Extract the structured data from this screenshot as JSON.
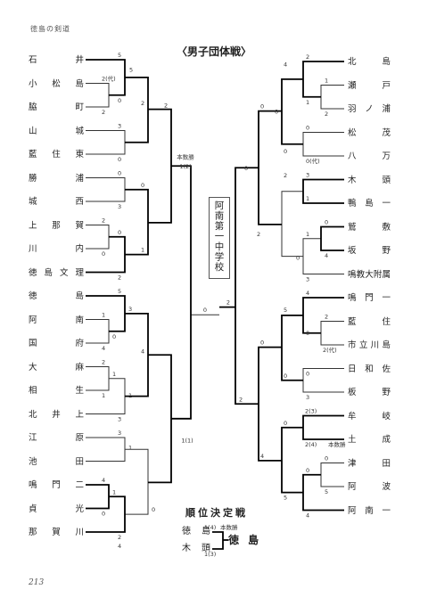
{
  "header": {
    "section": "徳島の剣道",
    "title": "〈男子団体戦〉",
    "page_number": "213"
  },
  "left_teams": [
    "石井",
    "小松島",
    "脇町",
    "山城",
    "藍住東",
    "勝浦",
    "城西",
    "上那賀",
    "川内",
    "徳島文理",
    "徳島",
    "阿南",
    "国府",
    "大麻",
    "相生",
    "北井上",
    "江原",
    "池田",
    "鳴門二",
    "貞光",
    "那賀川"
  ],
  "right_teams": [
    "北島",
    "瀬戸",
    "羽ノ浦",
    "松茂",
    "八万",
    "木頭",
    "鴨島一",
    "鷲敷",
    "坂野",
    "鳴教大附属",
    "鳴門一",
    "藍住",
    "市立川島",
    "日和佐",
    "板野",
    "牟岐",
    "土成",
    "津田",
    "阿波",
    "阿南一"
  ],
  "champion_label": "阿南第一中学校",
  "score_labels": {
    "l_r1_a": "5",
    "l_r1_b": "2(代)",
    "l_r1_c": "2",
    "l_r2_a": "5",
    "l_r2_b": "0",
    "l_r1_d": "3",
    "l_r1_e": "0",
    "l_r2_c": "2",
    "l_r1_f": "0",
    "l_r1_g": "3",
    "l_r1_h": "2",
    "l_r1_i": "0",
    "l_r2_d": "0",
    "l_r2_e": "2",
    "l_r3_a": "0",
    "l_r3_b": "1",
    "l_r3_c": "2",
    "l_semi_top": "本数勝",
    "l_semi_top2": "1(2)",
    "l_r1_j": "5",
    "l_r1_k": "1",
    "l_r1_l": "4",
    "l_r1_m": "0",
    "l_r2_f": "3",
    "l_r1_n": "2",
    "l_r1_o": "1",
    "l_r1_p": "1",
    "l_r2_g": "1",
    "l_r2_h": "3",
    "l_r3_d": "4",
    "l_r1_q": "3",
    "l_r1_r": "1",
    "l_r1_s": "4",
    "l_r1_t": "1",
    "l_r1_u": "0",
    "l_r2_i": "2",
    "l_r2_j": "4",
    "l_r3_e": "0",
    "l_semi_bot": "1(1)",
    "final_left": "0",
    "final_right": "2",
    "r_r1_a": "2",
    "r_r1_b": "1",
    "r_r1_c": "1",
    "r_r1_d": "2",
    "r_r2_a": "4",
    "r_r2_b": "0",
    "r_r1_e": "0",
    "r_r1_f": "0",
    "r_r1_g": "0(代)",
    "r_r3_a": "0",
    "r_r1_h": "3",
    "r_r1_i": "2",
    "r_r1_j": "1",
    "r_r1_k": "0",
    "r_r1_l": "1",
    "r_r1_m": "4",
    "r_r2_c": "0",
    "r_r2_d": "3",
    "r_r3_b": "2",
    "r_semi_top": "0",
    "r_r1_n": "4",
    "r_r1_o": "2",
    "r_r1_p": "0",
    "r_r1_q": "2(代)",
    "r_r2_e": "5",
    "r_r2_f": "0",
    "r_r1_r": "0",
    "r_r1_s": "3",
    "r_r3_c": "0",
    "r_r1_t": "2(3)",
    "r_r1_u": "2(4)",
    "r_r1_v": "本数勝",
    "r_r1_w": "0",
    "r_r1_x": "0",
    "r_r1_y": "5",
    "r_r2_g": "0",
    "r_r2_h": "4",
    "r_r3_d": "4",
    "r_r3_e": "5",
    "r_semi_bot": "2"
  },
  "placement": {
    "title": "順位決定戦",
    "team_a": "徳島",
    "team_b": "木頭",
    "score_a": "1(4)",
    "note": "本数勝",
    "score_b": "1(3)",
    "winner": "徳島"
  }
}
